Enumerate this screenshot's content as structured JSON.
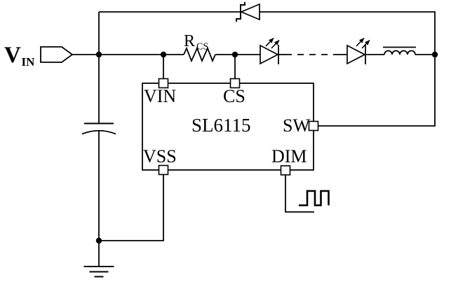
{
  "colors": {
    "ink": "#000000",
    "background": "#ffffff"
  },
  "labels": {
    "input_voltage": {
      "base": "V",
      "subscript": "IN"
    },
    "sense_resistor": {
      "base": "R",
      "subscript": "CS"
    }
  },
  "ic": {
    "part_number": "SL6115",
    "pins": [
      {
        "name": "VIN",
        "side": "top-left"
      },
      {
        "name": "CS",
        "side": "top-center"
      },
      {
        "name": "SW",
        "side": "right"
      },
      {
        "name": "VSS",
        "side": "bottom-left"
      },
      {
        "name": "DIM",
        "side": "bottom-right"
      }
    ]
  },
  "components": [
    {
      "name": "vin-input-connector",
      "symbol": "signal-tag"
    },
    {
      "name": "input-capacitor",
      "symbol": "polarized-capacitor"
    },
    {
      "name": "freewheeling-diode",
      "symbol": "schottky-diode"
    },
    {
      "name": "current-sense-resistor",
      "symbol": "resistor"
    },
    {
      "name": "led-1",
      "symbol": "led"
    },
    {
      "name": "led-string-continuation",
      "symbol": "dashed-wire"
    },
    {
      "name": "led-2",
      "symbol": "led"
    },
    {
      "name": "inductor",
      "symbol": "inductor-with-core"
    },
    {
      "name": "ground",
      "symbol": "earth-ground"
    },
    {
      "name": "dimming-signal",
      "symbol": "pwm-square-wave"
    }
  ]
}
